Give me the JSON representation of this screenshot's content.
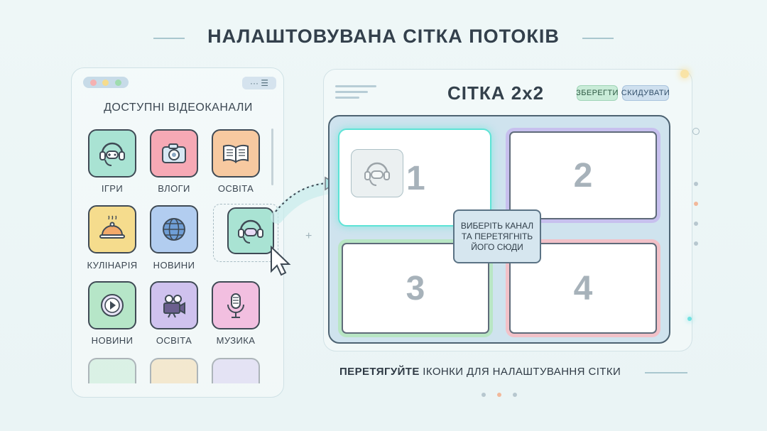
{
  "page": {
    "title": "НАЛАШТОВУВАНА СІТКА ПОТОКІВ"
  },
  "left_panel": {
    "menu_icon": "more-menu-icon",
    "title": "ДОСТУПНІ ВІДЕОКАНАЛИ",
    "channels": [
      {
        "label": "ІГРИ",
        "icon": "gamer-headset-icon",
        "color": "#a9e3d3"
      },
      {
        "label": "ВЛОГИ",
        "icon": "camera-icon",
        "color": "#f6a9b5"
      },
      {
        "label": "ОСВІТА",
        "icon": "book-icon",
        "color": "#f7c9a0"
      },
      {
        "label": "КУЛІНАРІЯ",
        "icon": "cloche-icon",
        "color": "#f5dc8d"
      },
      {
        "label": "НОВИНИ",
        "icon": "globe-icon",
        "color": "#b2cdf0"
      },
      {
        "label": "НОВИНИ",
        "icon": "play-button-icon",
        "color": "#b6e6c8"
      },
      {
        "label": "ОСВІТА",
        "icon": "film-camera-icon",
        "color": "#cfc2ee"
      },
      {
        "label": "МУЗИКА",
        "icon": "microphone-icon",
        "color": "#f2bfe0"
      }
    ]
  },
  "grid": {
    "title": "СІТКА 2x2",
    "save_label": "ЗБЕРЕГТИ",
    "reset_label": "СКИДУВАТИ",
    "cells": [
      "1",
      "2",
      "3",
      "4"
    ],
    "drop_hint": "ВИБЕРІТЬ КАНАЛ ТА ПЕРЕТЯГНІТЬ ЙОГО СЮДИ"
  },
  "footer": {
    "hint_bold": "ПЕРЕТЯГУЙТЕ",
    "hint_rest": " ІКОНКИ ДЛЯ НАЛАШТУВАННЯ СІТКИ"
  },
  "colors": {
    "accent": "#5de3d6",
    "frame": "#4d6372"
  }
}
